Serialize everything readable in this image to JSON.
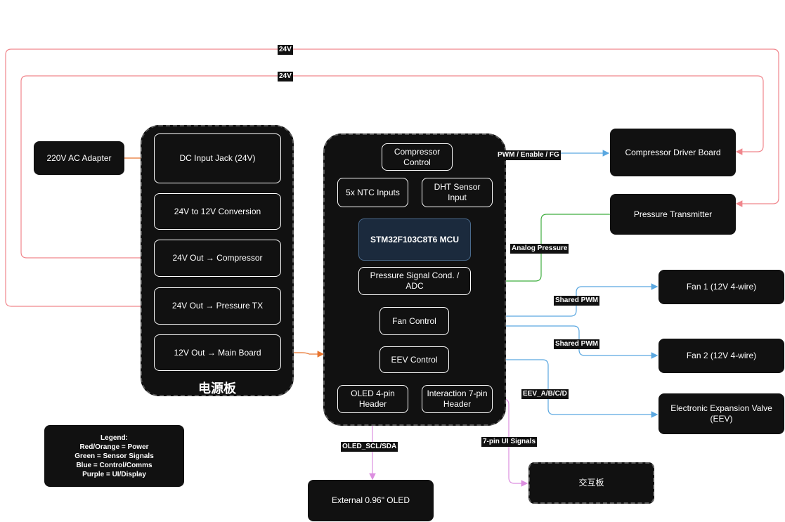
{
  "nodes": {
    "ac_adapter": "220V AC Adapter",
    "dc_jack": "DC Input Jack (24V)",
    "conv_24_12": "24V to 12V Conversion",
    "out_compressor": "24V Out → Compressor",
    "out_pressure_tx": "24V Out → Pressure TX",
    "out_main_board": "12V Out → Main Board",
    "power_board_title": "电源板",
    "compressor_control": "Compressor Control",
    "ntc_inputs": "5x NTC Inputs",
    "dht_input": "DHT Sensor Input",
    "mcu": "STM32F103C8T6 MCU",
    "pressure_adc": "Pressure Signal Cond. / ADC",
    "fan_control": "Fan Control",
    "eev_control": "EEV Control",
    "oled_header": "OLED 4-pin Header",
    "interaction_header": "Interaction 7-pin Header",
    "compressor_driver": "Compressor Driver Board",
    "pressure_transmitter": "Pressure Transmitter",
    "fan1": "Fan 1 (12V 4-wire)",
    "fan2": "Fan 2 (12V 4-wire)",
    "eev": "Electronic Expansion Valve (EEV)",
    "external_oled": "External 0.96\" OLED",
    "interaction_board": "交互板"
  },
  "edge_labels": {
    "power_24v_top": "24V",
    "power_24v_second": "24V",
    "pwm_enable_fg": "PWM / Enable / FG",
    "analog_pressure": "Analog Pressure",
    "shared_pwm_1": "Shared PWM",
    "shared_pwm_2": "Shared PWM",
    "eev_abcd": "EEV_A/B/C/D",
    "oled_scl_sda": "OLED_SCL/SDA",
    "ui_signals": "7-pin UI Signals"
  },
  "legend": {
    "title": "Legend:",
    "power": "Red/Orange = Power",
    "sensor": "Green = Sensor Signals",
    "control": "Blue = Control/Comms",
    "ui": "Purple = UI/Display"
  },
  "colors": {
    "power_red": "#f0868c",
    "power_orange": "#e8742e",
    "sensor_green": "#3fae3f",
    "control_blue": "#5aa7e0",
    "ui_purple": "#dc8ee0",
    "box_fill": "#111111",
    "mcu_fill": "#1b2a3d"
  }
}
